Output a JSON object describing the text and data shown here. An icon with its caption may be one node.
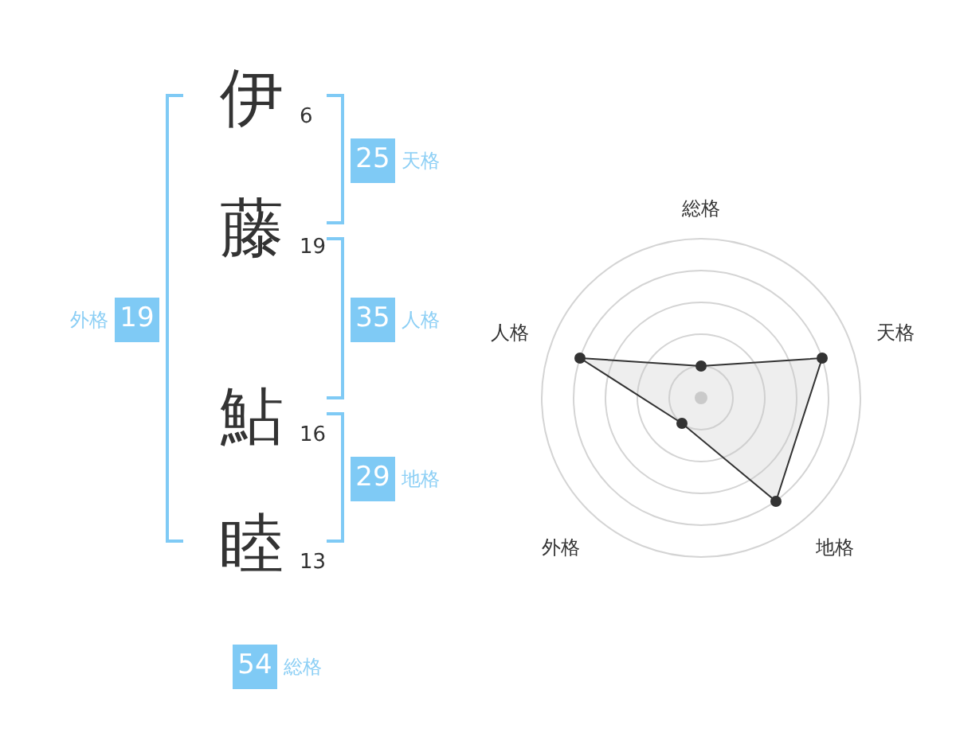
{
  "diagram": {
    "nodes": [
      {
        "text": [
          "伊"
        ],
        "beside": [
          "6"
        ]
      },
      {
        "text": [
          "藤"
        ],
        "beside": [
          "19"
        ]
      },
      {
        "text": [
          "鮎"
        ],
        "beside": [
          "16"
        ]
      },
      {
        "text": [
          "睦"
        ],
        "beside": [
          "13"
        ]
      },
      {
        "text": [
          "25"
        ],
        "beside": [
          "天格"
        ]
      },
      {
        "text": [
          "19"
        ],
        "beside": [
          "外格"
        ]
      },
      {
        "text": [
          "35"
        ],
        "beside": [
          "人格"
        ]
      },
      {
        "text": [
          "29"
        ],
        "beside": [
          "地格"
        ]
      },
      {
        "text": [
          "54"
        ],
        "beside": [
          "総格"
        ]
      }
    ],
    "labels": [
      "総格",
      "人格",
      "天格",
      "外格",
      "地格"
    ]
  }
}
